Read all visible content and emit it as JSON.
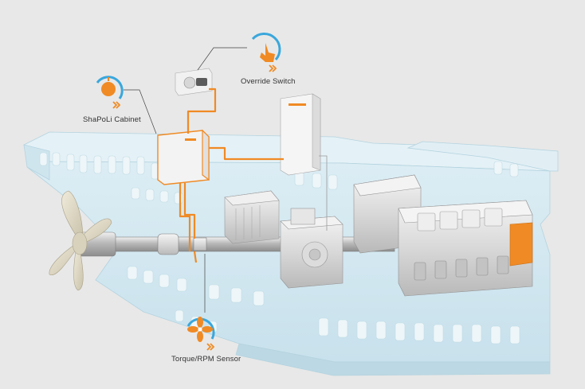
{
  "colors": {
    "background": "#e8e8e8",
    "hull": "#d4e9f1",
    "hull_stroke": "#b4d3df",
    "cutout": "#e9f4f8",
    "equipment": "#ececec",
    "equipment_dark": "#c9c9c9",
    "accent_orange": "#f08a24",
    "accent_blue": "#3aa7dc",
    "propeller": "#e4dfcf"
  },
  "callouts": [
    {
      "id": "override_switch",
      "label": "Override Switch",
      "icon": "pointer-hand-icon"
    },
    {
      "id": "shapoli_cabinet",
      "label": "ShaPoLi Cabinet",
      "icon": "cabinet-dot-icon"
    },
    {
      "id": "torque_sensor",
      "label": "Torque/RPM Sensor",
      "icon": "fan-sensor-icon"
    }
  ],
  "components": [
    {
      "id": "propeller",
      "icon": "propeller-icon"
    },
    {
      "id": "shaft",
      "icon": "shaft-icon"
    },
    {
      "id": "gearbox",
      "icon": "gearbox-icon"
    },
    {
      "id": "generator",
      "icon": "generator-icon"
    },
    {
      "id": "engine",
      "icon": "engine-icon"
    },
    {
      "id": "control_cabinet",
      "icon": "control-cabinet-icon"
    }
  ]
}
